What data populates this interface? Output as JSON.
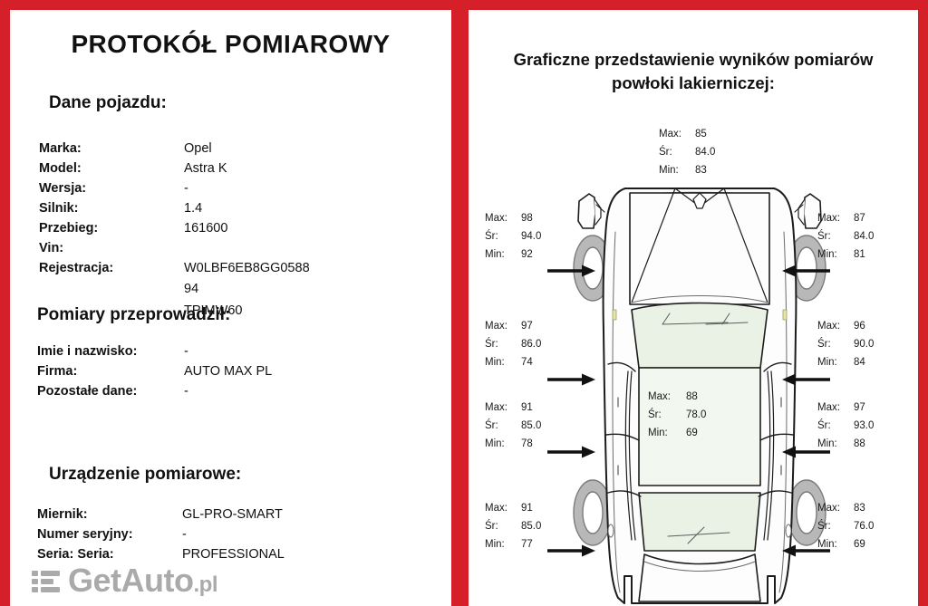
{
  "colors": {
    "frame_red": "#d5202a",
    "text": "#111111",
    "logo_gray": "#8a8a8a",
    "glass_green": "#e9f2e4"
  },
  "left_panel": {
    "title": "PROTOKÓŁ POMIAROWY",
    "vehicle_section": {
      "heading": "Dane pojazdu:",
      "rows": [
        {
          "label": "Marka:",
          "value": "Opel"
        },
        {
          "label": "Model:",
          "value": "Astra K"
        },
        {
          "label": "Wersja:",
          "value": "-"
        },
        {
          "label": "Silnik:",
          "value": "1.4"
        },
        {
          "label": "Przebieg:",
          "value": "161600"
        },
        {
          "label": "Vin:",
          "value": ""
        },
        {
          "label": "Rejestracja:",
          "value": "W0LBF6EB8GG0588"
        }
      ],
      "vin_overflow_1": "94",
      "vin_overflow_2": "TPIMW60"
    },
    "measurers_section": {
      "heading": "Pomiary przeprowadził:",
      "rows": [
        {
          "label": "Imie i nazwisko:",
          "value": "-"
        },
        {
          "label": "Firma:",
          "value": "AUTO MAX PL"
        },
        {
          "label": "Pozostałe dane:",
          "value": "-"
        }
      ]
    },
    "device_section": {
      "heading": "Urządzenie pomiarowe:",
      "rows": [
        {
          "label": "Miernik:",
          "value": "GL-PRO-SMART"
        },
        {
          "label": "Numer seryjny:",
          "value": "-"
        },
        {
          "label": "Seria: Seria:",
          "value": "PROFESSIONAL"
        }
      ]
    },
    "logo": {
      "name": "Get",
      "name2": "Auto",
      "tld": ".pl"
    }
  },
  "right_panel": {
    "title_line1": "Graficzne przedstawienie wyników pomiarów",
    "title_line2": "powłoki lakierniczej:",
    "labels": {
      "max": "Max:",
      "avg": "Śr:",
      "min": "Min:"
    },
    "measurements": [
      {
        "id": "hood",
        "max": "85",
        "avg": "84.0",
        "min": "83"
      },
      {
        "id": "front-left-fender",
        "max": "98",
        "avg": "94.0",
        "min": "92"
      },
      {
        "id": "front-right-fender",
        "max": "87",
        "avg": "84.0",
        "min": "81"
      },
      {
        "id": "front-left-door",
        "max": "97",
        "avg": "86.0",
        "min": "74"
      },
      {
        "id": "front-right-door",
        "max": "96",
        "avg": "90.0",
        "min": "84"
      },
      {
        "id": "rear-left-door",
        "max": "91",
        "avg": "85.0",
        "min": "78"
      },
      {
        "id": "rear-right-door",
        "max": "97",
        "avg": "93.0",
        "min": "88"
      },
      {
        "id": "rear-left-quarter",
        "max": "91",
        "avg": "85.0",
        "min": "77"
      },
      {
        "id": "rear-right-quarter",
        "max": "83",
        "avg": "76.0",
        "min": "69"
      },
      {
        "id": "roof",
        "max": "88",
        "avg": "78.0",
        "min": "69"
      }
    ]
  }
}
